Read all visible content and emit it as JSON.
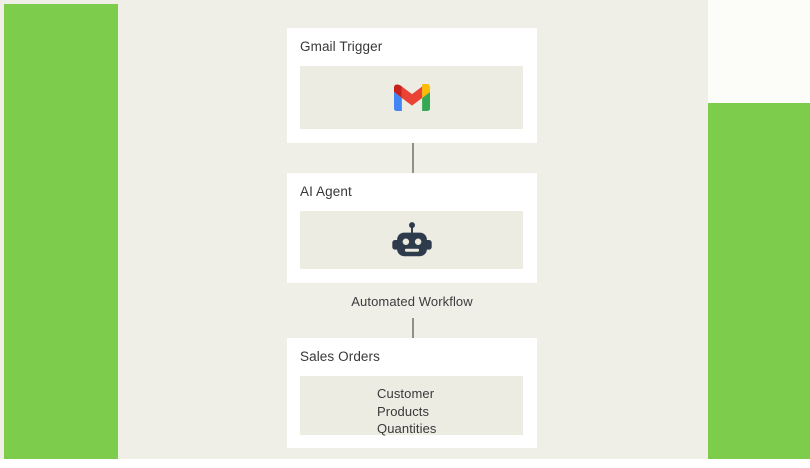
{
  "theme": {
    "background": "#f0efe7",
    "panel_green": "#7ecc4b",
    "card_background": "#ffffff",
    "inner_panel": "#edece3",
    "text_color": "#38383a",
    "connector_color": "#8d9187",
    "robot_color": "#2d3b4c",
    "gmail_red": "#ea4335",
    "gmail_blue": "#4285f4",
    "gmail_green": "#34a853",
    "gmail_yellow": "#fbbc04"
  },
  "diagram": {
    "workflow_label": "Automated Workflow",
    "nodes": [
      {
        "id": "gmail-trigger",
        "title": "Gmail Trigger",
        "icon": "gmail-logo-icon",
        "body_type": "icon"
      },
      {
        "id": "ai-agent",
        "title": "AI Agent",
        "icon": "robot-icon",
        "body_type": "icon"
      },
      {
        "id": "sales-orders",
        "title": "Sales Orders",
        "body_type": "list",
        "items": [
          "Customer",
          "Products",
          "Quantities"
        ]
      }
    ]
  }
}
